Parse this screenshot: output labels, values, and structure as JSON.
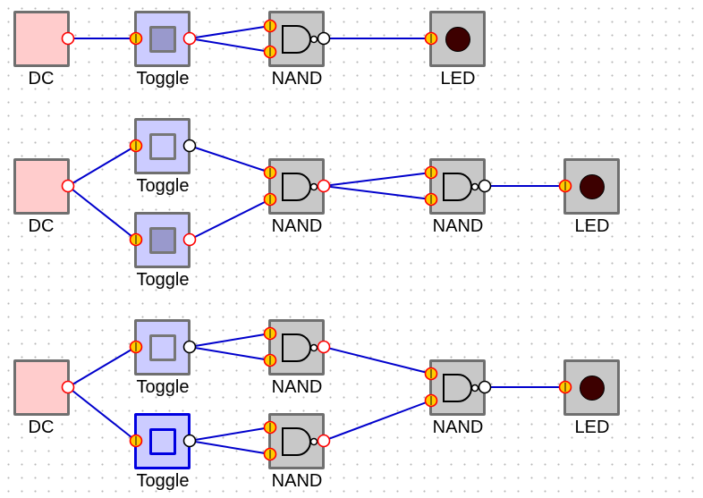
{
  "rows": [
    {
      "dc_label": "DC",
      "toggles": [
        {
          "label": "Toggle",
          "state": "on",
          "selected": false
        }
      ],
      "gates": [
        {
          "label": "NAND"
        }
      ],
      "led": {
        "label": "LED"
      }
    },
    {
      "dc_label": "DC",
      "toggles": [
        {
          "label": "Toggle",
          "state": "off",
          "selected": false
        },
        {
          "label": "Toggle",
          "state": "on",
          "selected": false
        }
      ],
      "gates": [
        {
          "label": "NAND"
        },
        {
          "label": "NAND"
        }
      ],
      "led": {
        "label": "LED"
      }
    },
    {
      "dc_label": "DC",
      "toggles": [
        {
          "label": "Toggle",
          "state": "off",
          "selected": false
        },
        {
          "label": "Toggle",
          "state": "off",
          "selected": true
        }
      ],
      "gates": [
        {
          "label": "NAND"
        },
        {
          "label": "NAND"
        },
        {
          "label": "NAND"
        }
      ],
      "led": {
        "label": "LED"
      }
    }
  ],
  "colors": {
    "wire": "#0000cc",
    "dc_fill": "#ffcccc",
    "toggle_fill": "#ccccff",
    "gate_fill": "#c8c8c8",
    "pin_powered": "#ffcc00",
    "pin_border_powered": "#ff0000",
    "led_off": "#3d0000"
  }
}
